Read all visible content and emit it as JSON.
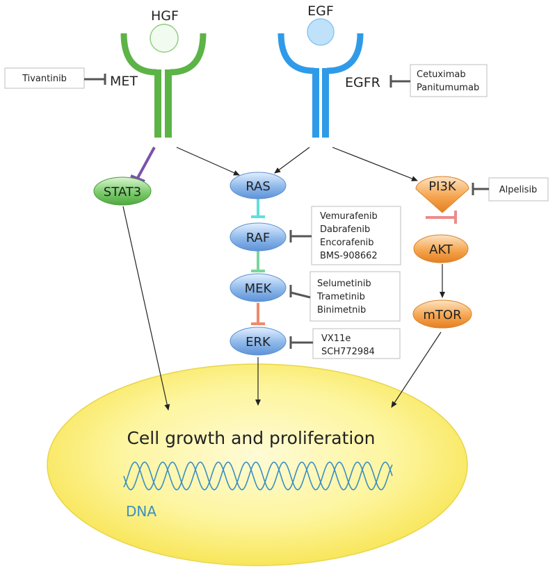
{
  "ligands": {
    "hgf": "HGF",
    "egf": "EGF"
  },
  "receptors": {
    "met": "MET",
    "egfr": "EGFR"
  },
  "nodes": {
    "stat3": "STAT3",
    "ras": "RAS",
    "raf": "RAF",
    "mek": "MEK",
    "erk": "ERK",
    "pi3k": "PI3K",
    "akt": "AKT",
    "mtor": "mTOR"
  },
  "drugs": {
    "met": [
      "Tivantinib"
    ],
    "egfr": [
      "Cetuximab",
      "Panitumumab"
    ],
    "pi3k": [
      "Alpelisib"
    ],
    "raf": [
      "Vemurafenib",
      "Dabrafenib",
      "Encorafenib",
      "BMS-908662"
    ],
    "mek": [
      "Selumetinib",
      "Trametinib",
      "Binimetnib"
    ],
    "erk": [
      "VX11e",
      "SCH772984"
    ]
  },
  "nucleus": {
    "title": "Cell growth and proliferation",
    "dna": "DNA"
  },
  "colors": {
    "met_green": "#5cb346",
    "egfr_blue": "#2f9be8",
    "stat3_green": "#73c766",
    "blue_node": "#8db8ea",
    "orange_node": "#f3a14b",
    "nucleus_yellow": "#fcf27c",
    "dna_blue": "#3a8fc2"
  }
}
